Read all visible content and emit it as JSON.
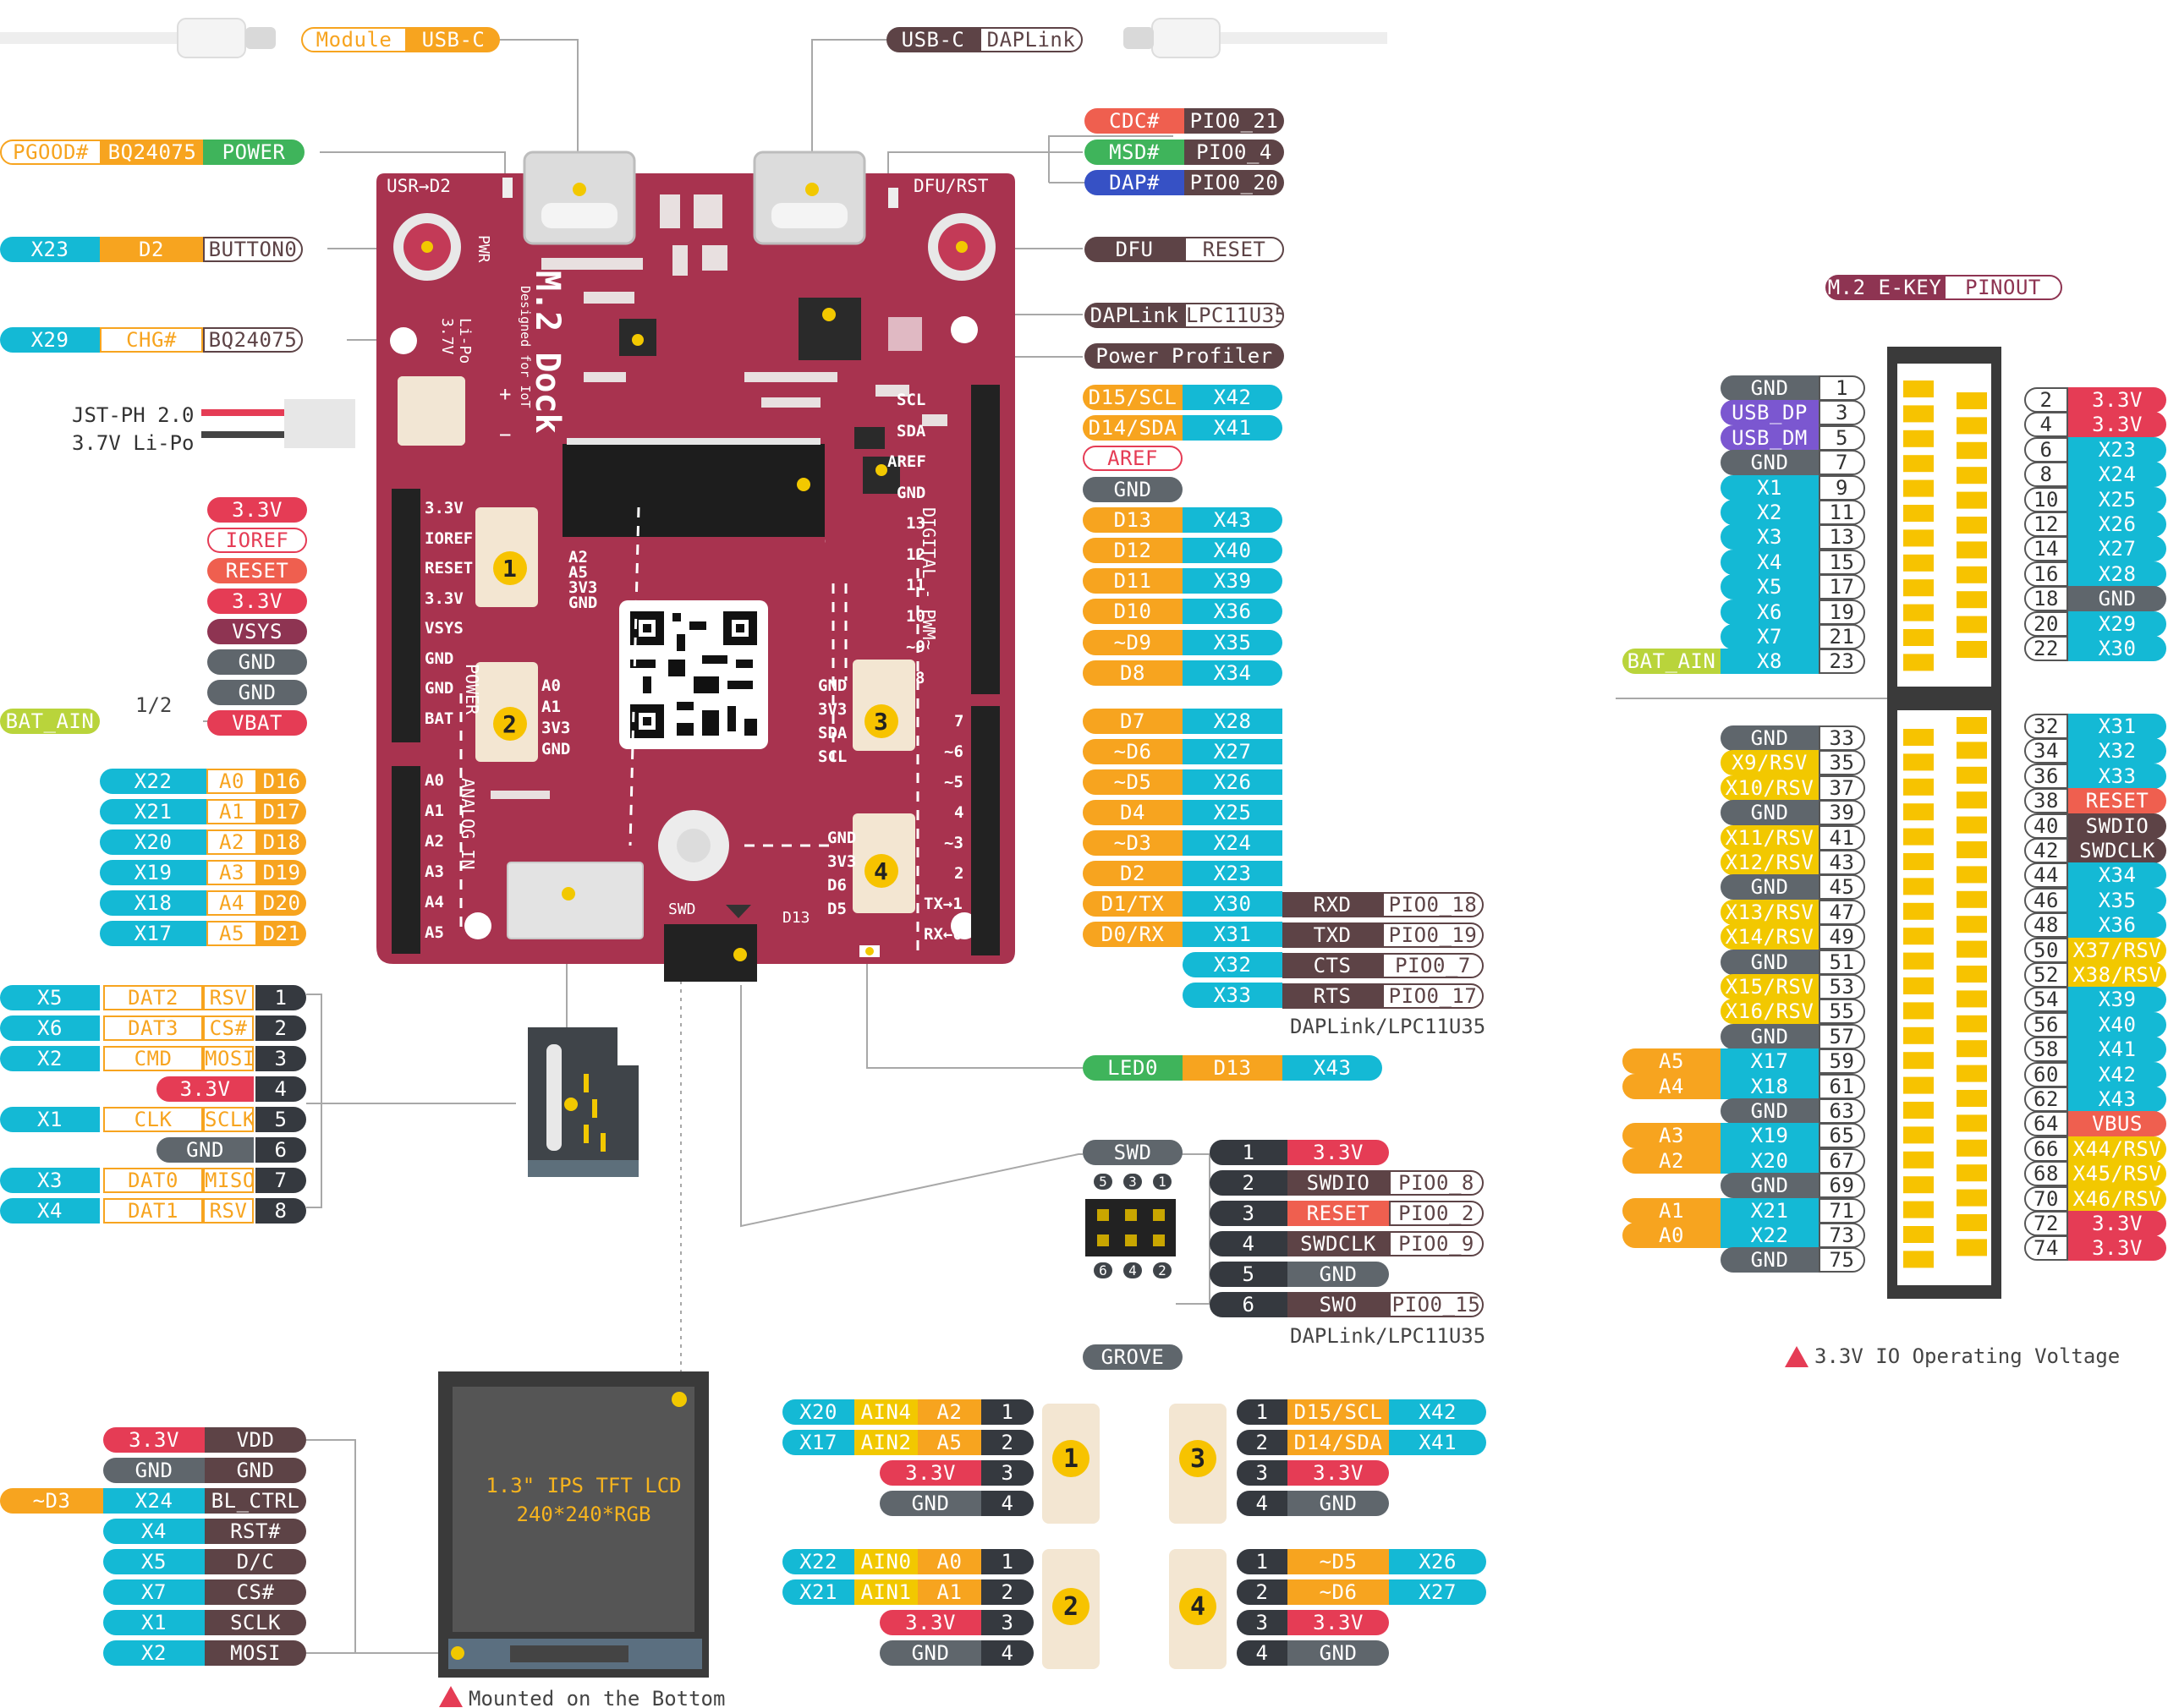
{
  "colors": {
    "cyan": "#14b9d5",
    "orange": "#f7a41f",
    "yellow": "#f2c800",
    "red": "#e53c55",
    "salmon": "#ef5f4f",
    "brown": "#5d4346",
    "grey": "#5f666c",
    "board": "#a8334f",
    "green": "#3fb45b",
    "blue": "#3651c5",
    "purple": "#7b57d0",
    "maroon": "#8e3452",
    "lime": "#b9d43b",
    "pinmap": "#35393f"
  },
  "board": {
    "name": "M.2 Dock",
    "subtitle": "Designed for IoT",
    "silk_top_left": "USR→D2",
    "silk_top_right": "DFU/RST",
    "silk_pwr": "PWR",
    "silk_battery": "Li-Po 3.7V",
    "silk_plus": "+",
    "silk_minus": "−",
    "silk_power_side": "POWER",
    "silk_analog_side": "ANALOG IN",
    "silk_digital_side": "DIGITAL - PWM~",
    "silk_swd": "SWD",
    "silk_d13": "D13",
    "power_header": [
      "3.3V",
      "IOREF",
      "RESET",
      "3.3V",
      "VSYS",
      "GND",
      "GND",
      "BAT"
    ],
    "analog_header": [
      "A0",
      "A1",
      "A2",
      "A3",
      "A4",
      "A5"
    ],
    "top_right_header": [
      "SCL",
      "SDA",
      "AREF",
      "GND",
      "13",
      "12",
      "11",
      "10",
      "~9",
      "8"
    ],
    "bottom_right_header": [
      "7",
      "~6",
      "~5",
      "4",
      "~3",
      "2",
      "TX→1",
      "RX←0"
    ],
    "grove1_silk": [
      "A2",
      "A5",
      "3V3",
      "GND"
    ],
    "grove2_silk": [
      "A0",
      "A1",
      "3V3",
      "GND"
    ],
    "grove3_silk": [
      "GND",
      "3V3",
      "SDA",
      "SCL"
    ],
    "grove4_silk": [
      "GND",
      "3V3",
      "D6",
      "D5"
    ],
    "connector_numbers": [
      "1",
      "2",
      "3",
      "4"
    ]
  },
  "cables": {
    "jst_line1": "JST-PH 2.0",
    "jst_line2": "3.7V Li-Po",
    "ratio": "1/2"
  },
  "labels": {
    "module_usbc": [
      "Module",
      "USB-C"
    ],
    "daplink_usbc": [
      "USB-C",
      "DAPLink"
    ],
    "pgood": [
      "PGOOD#",
      "BQ24075",
      "POWER"
    ],
    "button0": [
      "X23",
      "D2",
      "BUTTON0"
    ],
    "chg": [
      "X29",
      "CHG#",
      "BQ24075"
    ],
    "cdc": [
      "CDC#",
      "PIO0_21"
    ],
    "msd": [
      "MSD#",
      "PIO0_4"
    ],
    "dap": [
      "DAP#",
      "PIO0_20"
    ],
    "dfu": [
      "DFU",
      "RESET"
    ],
    "daplink_chip": [
      "DAPLink",
      "LPC11U35"
    ],
    "power_profiler": "Power Profiler",
    "led0": [
      "LED0",
      "D13",
      "X43"
    ]
  },
  "power_left": [
    "3.3V",
    "IOREF",
    "RESET",
    "3.3V",
    "VSYS",
    "GND",
    "GND",
    "VBAT"
  ],
  "bat_ain": "BAT_AIN",
  "analog_left": [
    [
      "X22",
      "A0",
      "D16"
    ],
    [
      "X21",
      "A1",
      "D17"
    ],
    [
      "X20",
      "A2",
      "D18"
    ],
    [
      "X19",
      "A3",
      "D19"
    ],
    [
      "X18",
      "A4",
      "D20"
    ],
    [
      "X17",
      "A5",
      "D21"
    ]
  ],
  "digital_top": [
    [
      "D15/SCL",
      "X42"
    ],
    [
      "D14/SDA",
      "X41"
    ],
    [
      "AREF",
      ""
    ],
    [
      "GND",
      ""
    ],
    [
      "D13",
      "X43"
    ],
    [
      "D12",
      "X40"
    ],
    [
      "D11",
      "X39"
    ],
    [
      "D10",
      "X36"
    ],
    [
      "~D9",
      "X35"
    ],
    [
      "D8",
      "X34"
    ]
  ],
  "digital_bottom": [
    [
      "D7",
      "X28"
    ],
    [
      "~D6",
      "X27"
    ],
    [
      "~D5",
      "X26"
    ],
    [
      "D4",
      "X25"
    ],
    [
      "~D3",
      "X24"
    ],
    [
      "D2",
      "X23"
    ],
    [
      "D1/TX",
      "X30"
    ],
    [
      "D0/RX",
      "X31"
    ],
    [
      "",
      "X32"
    ],
    [
      "",
      "X33"
    ]
  ],
  "uart": [
    [
      "RXD",
      "PIO0_18"
    ],
    [
      "TXD",
      "PIO0_19"
    ],
    [
      "CTS",
      "PIO0_7"
    ],
    [
      "RTS",
      "PIO0_17"
    ]
  ],
  "uart_caption": "DAPLink/LPC11U35",
  "sdcard": [
    [
      "X5",
      "DAT2",
      "RSV",
      "1"
    ],
    [
      "X6",
      "DAT3",
      "CS#",
      "2"
    ],
    [
      "X2",
      "CMD",
      "MOSI",
      "3"
    ],
    [
      "",
      "",
      "3.3V",
      "4"
    ],
    [
      "X1",
      "CLK",
      "SCLK",
      "5"
    ],
    [
      "",
      "",
      "GND",
      "6"
    ],
    [
      "X3",
      "DAT0",
      "MISO",
      "7"
    ],
    [
      "X4",
      "DAT1",
      "RSV",
      "8"
    ]
  ],
  "swd": {
    "title": "SWD",
    "top_numbers": [
      "5",
      "3",
      "1"
    ],
    "bottom_numbers": [
      "6",
      "4",
      "2"
    ],
    "pins": [
      [
        "1",
        "3.3V",
        ""
      ],
      [
        "2",
        "SWDIO",
        "PIO0_8"
      ],
      [
        "3",
        "RESET",
        "PIO0_2"
      ],
      [
        "4",
        "SWDCLK",
        "PIO0_9"
      ],
      [
        "5",
        "GND",
        ""
      ],
      [
        "6",
        "SWO",
        "PIO0_15"
      ]
    ],
    "caption": "DAPLink/LPC11U35"
  },
  "grove_title": "GROVE",
  "grove": {
    "g1": [
      [
        "X20",
        "AIN4",
        "A2",
        "1"
      ],
      [
        "X17",
        "AIN2",
        "A5",
        "2"
      ],
      [
        "",
        "",
        "3.3V",
        "3"
      ],
      [
        "",
        "",
        "GND",
        "4"
      ]
    ],
    "g2": [
      [
        "X22",
        "AIN0",
        "A0",
        "1"
      ],
      [
        "X21",
        "AIN1",
        "A1",
        "2"
      ],
      [
        "",
        "",
        "3.3V",
        "3"
      ],
      [
        "",
        "",
        "GND",
        "4"
      ]
    ],
    "g3": [
      [
        "1",
        "D15/SCL",
        "X42"
      ],
      [
        "2",
        "D14/SDA",
        "X41"
      ],
      [
        "3",
        "3.3V",
        ""
      ],
      [
        "4",
        "GND",
        ""
      ]
    ],
    "g4": [
      [
        "1",
        "~D5",
        "X26"
      ],
      [
        "2",
        "~D6",
        "X27"
      ],
      [
        "3",
        "3.3V",
        ""
      ],
      [
        "4",
        "GND",
        ""
      ]
    ]
  },
  "lcd": {
    "line1": "1.3\" IPS TFT LCD",
    "line2": "240*240*RGB",
    "pins": [
      [
        "",
        "3.3V",
        "VDD"
      ],
      [
        "",
        "GND",
        "GND"
      ],
      [
        "~D3",
        "X24",
        "BL_CTRL"
      ],
      [
        "",
        "X4",
        "RST#"
      ],
      [
        "",
        "X5",
        "D/C"
      ],
      [
        "",
        "X7",
        "CS#"
      ],
      [
        "",
        "X1",
        "SCLK"
      ],
      [
        "",
        "X2",
        "MOSI"
      ]
    ],
    "note": "Mounted on the Bottom"
  },
  "mkey": {
    "title": [
      "M.2 E-KEY",
      "PINOUT"
    ],
    "left_top": [
      [
        "",
        "GND",
        "1"
      ],
      [
        "",
        "USB_DP",
        "3"
      ],
      [
        "",
        "USB_DM",
        "5"
      ],
      [
        "",
        "GND",
        "7"
      ],
      [
        "",
        "X1",
        "9"
      ],
      [
        "",
        "X2",
        "11"
      ],
      [
        "",
        "X3",
        "13"
      ],
      [
        "",
        "X4",
        "15"
      ],
      [
        "",
        "X5",
        "17"
      ],
      [
        "",
        "X6",
        "19"
      ],
      [
        "",
        "X7",
        "21"
      ],
      [
        "BAT_AIN",
        "X8",
        "23"
      ]
    ],
    "left_bottom": [
      [
        "",
        "GND",
        "33"
      ],
      [
        "",
        "X9/RSV",
        "35"
      ],
      [
        "",
        "X10/RSV",
        "37"
      ],
      [
        "",
        "GND",
        "39"
      ],
      [
        "",
        "X11/RSV",
        "41"
      ],
      [
        "",
        "X12/RSV",
        "43"
      ],
      [
        "",
        "GND",
        "45"
      ],
      [
        "",
        "X13/RSV",
        "47"
      ],
      [
        "",
        "X14/RSV",
        "49"
      ],
      [
        "",
        "GND",
        "51"
      ],
      [
        "",
        "X15/RSV",
        "53"
      ],
      [
        "",
        "X16/RSV",
        "55"
      ],
      [
        "",
        "GND",
        "57"
      ],
      [
        "A5",
        "X17",
        "59"
      ],
      [
        "A4",
        "X18",
        "61"
      ],
      [
        "",
        "GND",
        "63"
      ],
      [
        "A3",
        "X19",
        "65"
      ],
      [
        "A2",
        "X20",
        "67"
      ],
      [
        "",
        "GND",
        "69"
      ],
      [
        "A1",
        "X21",
        "71"
      ],
      [
        "A0",
        "X22",
        "73"
      ],
      [
        "",
        "GND",
        "75"
      ]
    ],
    "right_top": [
      [
        "2",
        "3.3V"
      ],
      [
        "4",
        "3.3V"
      ],
      [
        "6",
        "X23"
      ],
      [
        "8",
        "X24"
      ],
      [
        "10",
        "X25"
      ],
      [
        "12",
        "X26"
      ],
      [
        "14",
        "X27"
      ],
      [
        "16",
        "X28"
      ],
      [
        "18",
        "GND"
      ],
      [
        "20",
        "X29"
      ],
      [
        "22",
        "X30"
      ]
    ],
    "right_bottom": [
      [
        "32",
        "X31"
      ],
      [
        "34",
        "X32"
      ],
      [
        "36",
        "X33"
      ],
      [
        "38",
        "RESET"
      ],
      [
        "40",
        "SWDIO"
      ],
      [
        "42",
        "SWDCLK"
      ],
      [
        "44",
        "X34"
      ],
      [
        "46",
        "X35"
      ],
      [
        "48",
        "X36"
      ],
      [
        "50",
        "X37/RSV"
      ],
      [
        "52",
        "X38/RSV"
      ],
      [
        "54",
        "X39"
      ],
      [
        "56",
        "X40"
      ],
      [
        "58",
        "X41"
      ],
      [
        "60",
        "X42"
      ],
      [
        "62",
        "X43"
      ],
      [
        "64",
        "VBUS"
      ],
      [
        "66",
        "X44/RSV"
      ],
      [
        "68",
        "X45/RSV"
      ],
      [
        "70",
        "X46/RSV"
      ],
      [
        "72",
        "3.3V"
      ],
      [
        "74",
        "3.3V"
      ]
    ],
    "note": "3.3V IO Operating Voltage"
  }
}
